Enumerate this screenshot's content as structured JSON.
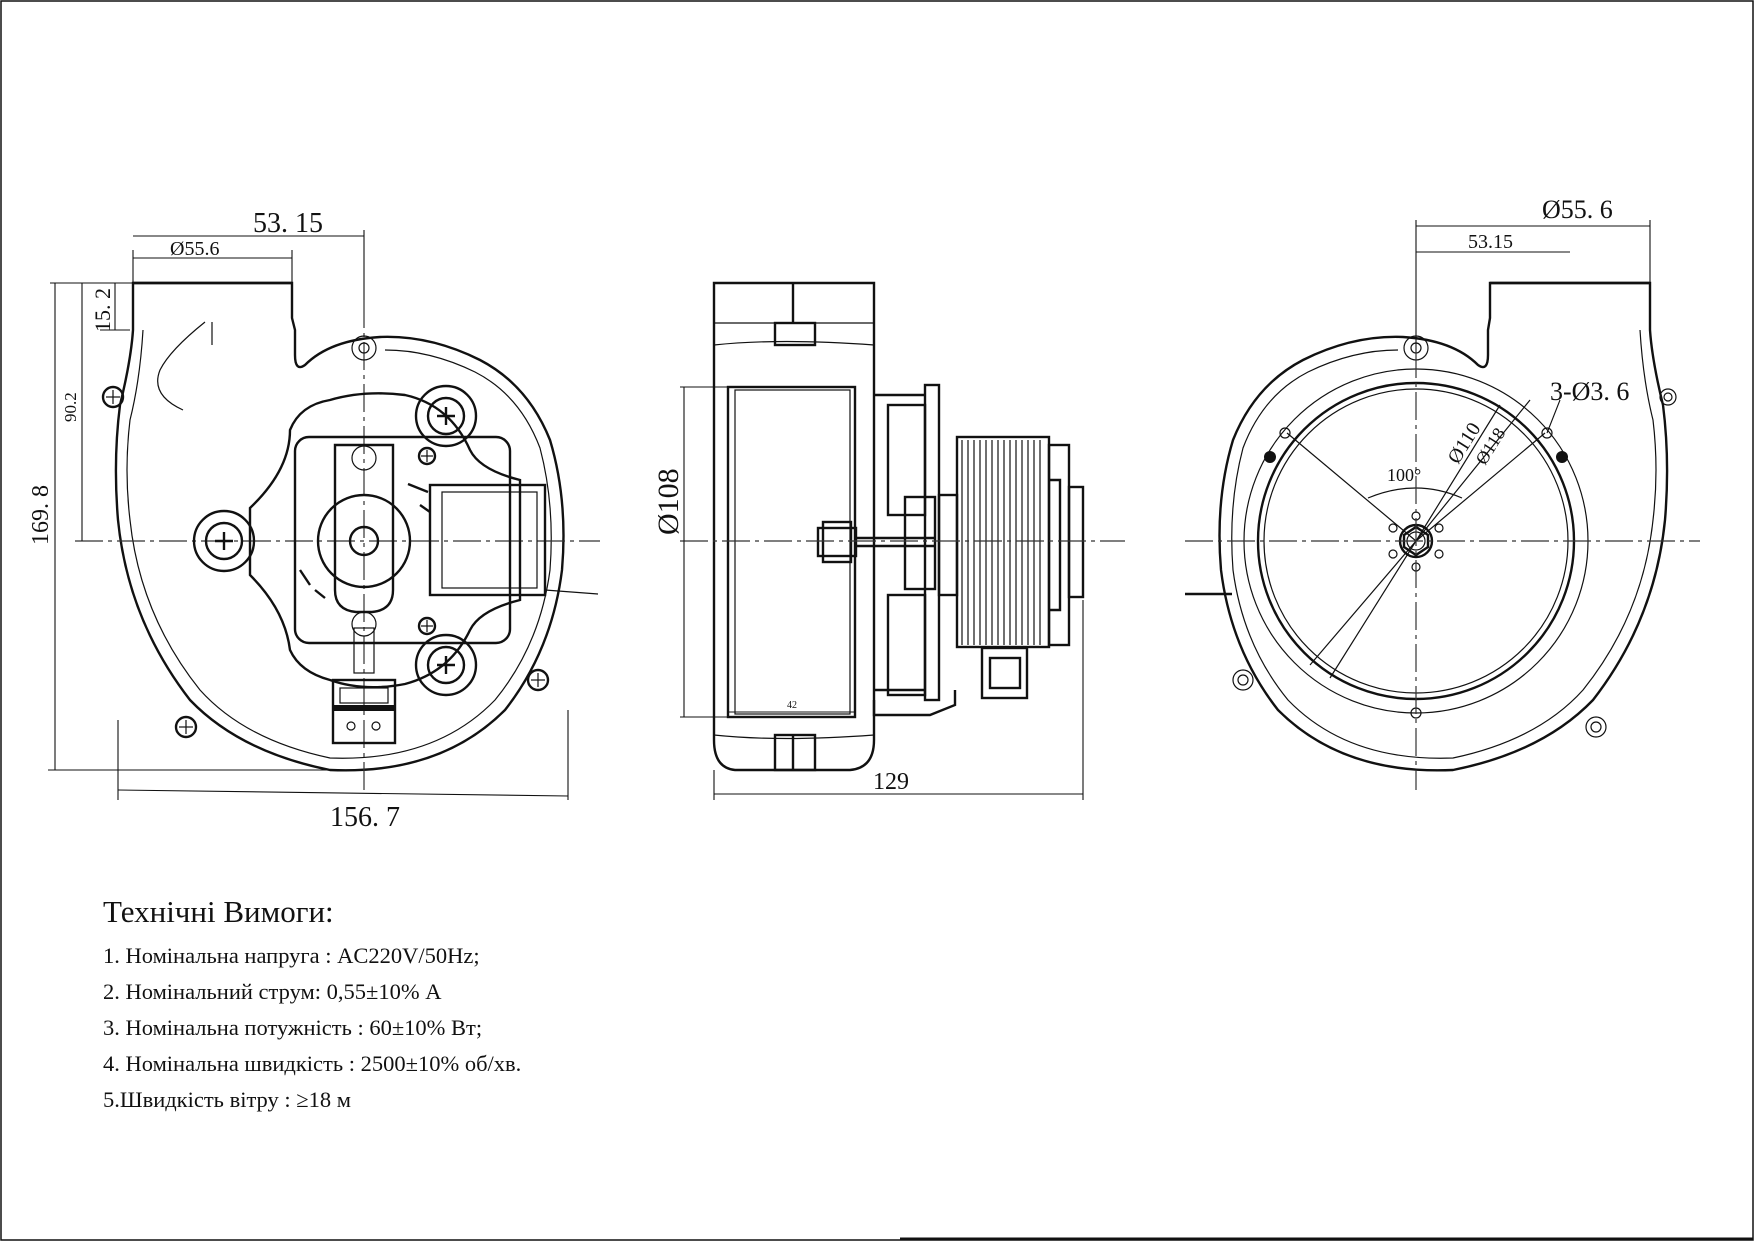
{
  "dimensions": {
    "front_top_width": "53. 15",
    "front_outlet_dia": "Ø55.6",
    "front_outlet_height": "15. 2",
    "front_center_height": "90.2",
    "front_total_height": "169. 8",
    "front_total_width": "156. 7",
    "side_wheel_dia": "Ø108",
    "side_small": "42",
    "side_total_length": "129",
    "rear_outlet_dia": "Ø55. 6",
    "rear_top_width": "53.15",
    "rear_holes": "3-Ø3. 6",
    "rear_dia_110": "Ø110",
    "rear_dia_118": "Ø118",
    "rear_angle": "100°"
  },
  "requirements": {
    "title": "Технічні Вимоги:",
    "items": [
      "1. Номінальна напруга : AC220V/50Hz;",
      "2. Номінальний струм: 0,55±10% А",
      "3. Номінальна потужність : 60±10% Вт;",
      "4. Номінальна швидкість : 2500±10% об/хв.",
      "5.Швидкість вітру : ≥18 м"
    ]
  }
}
